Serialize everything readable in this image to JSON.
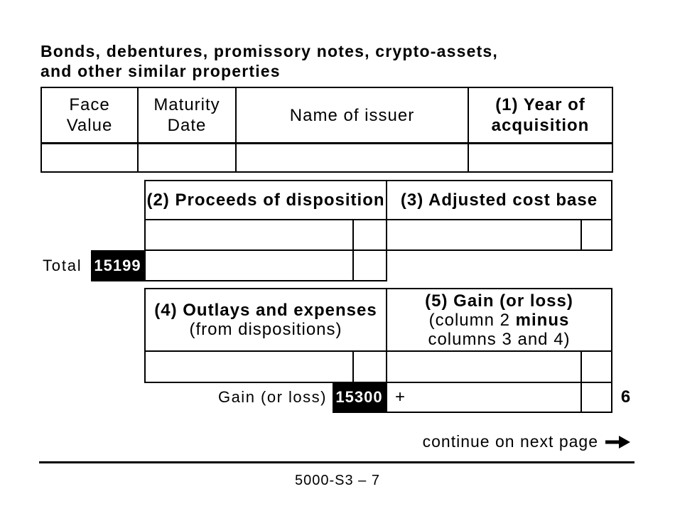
{
  "colors": {
    "ink": "#000000",
    "paper": "#ffffff",
    "code_box_bg": "#000000",
    "code_box_text": "#ffffff"
  },
  "title": {
    "line1": "Bonds, debentures, promissory notes, crypto-assets,",
    "line2": "and other similar properties"
  },
  "issuer_table": {
    "headers": {
      "face": {
        "line1": "Face",
        "line2": "Value"
      },
      "maturity": {
        "line1": "Maturity",
        "line2": "Date"
      },
      "issuer": "Name of issuer",
      "year": {
        "line1": "(1) Year of",
        "line2": "acquisition"
      }
    },
    "row": {
      "face": "",
      "maturity": "",
      "issuer": "",
      "year": ""
    }
  },
  "proceeds_section": {
    "col2_header": "(2) Proceeds of disposition",
    "col3_header": "(3) Adjusted cost base",
    "col2_entry": {
      "dollars": "",
      "cents": ""
    },
    "col3_entry": {
      "dollars": "",
      "cents": ""
    },
    "total": {
      "label": "Total",
      "line_code": "15199",
      "dollars": "",
      "cents": ""
    }
  },
  "gain_section": {
    "col4_header": {
      "line1": "(4) Outlays and expenses",
      "line2": "(from dispositions)"
    },
    "col5_header": {
      "line1": "(5) Gain (or loss)",
      "line2_regular": "(column 2",
      "line2_bold": "minus",
      "line3": "columns 3 and 4)"
    },
    "col4_entry": {
      "dollars": "",
      "cents": ""
    },
    "col5_entry": {
      "dollars": "",
      "cents": ""
    },
    "gain_row": {
      "label": "Gain (or loss)",
      "line_code": "15300",
      "operator": "+",
      "dollars": "",
      "cents": "",
      "line_number": "6"
    }
  },
  "footer": {
    "continue_text": "continue on next page",
    "page_code": "5000-S3 – 7"
  }
}
